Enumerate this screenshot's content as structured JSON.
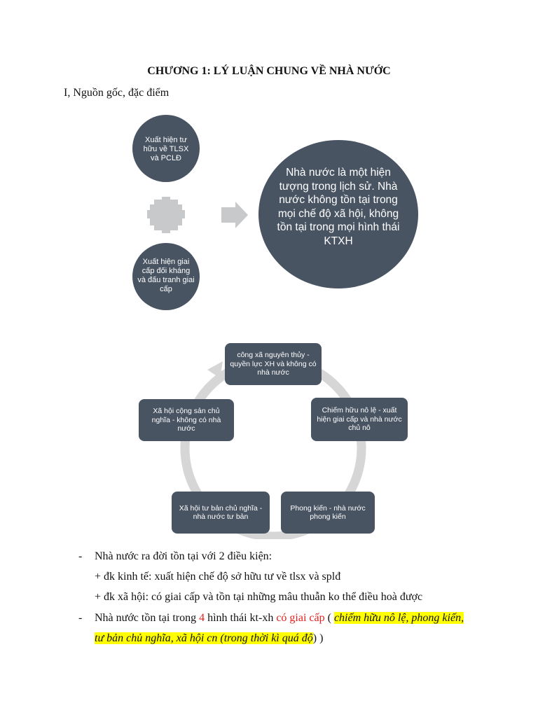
{
  "title": "CHƯƠNG 1: LÝ LUẬN CHUNG VỀ NHÀ NƯỚC",
  "section": "I, Nguồn gốc, đặc điểm",
  "diagram1": {
    "circle1": "Xuất hiện tư hữu về TLSX và PCLĐ",
    "circle2": "Xuất hiện giai cấp đối kháng và đấu tranh giai cấp",
    "result": "Nhà nước là một hiện tượng trong lịch sử. Nhà nước không tồn tại trong mọi chế độ xã hội, không tồn tại trong mọi hình thái KTXH"
  },
  "diagram2": {
    "box1": "công xã nguyên thủy - quyền lực XH và không có nhà nước",
    "box2": "Chiếm hữu nô lệ - xuất hiện giai cấp và nhà nước chủ nô",
    "box3": "Phong kiến - nhà nước phong kiến",
    "box4": "Xã hội tư bản chủ nghĩa - nhà nước tư bản",
    "box5": "Xã hội cộng sản chủ nghĩa - không có nhà nước"
  },
  "bullets": {
    "dash": "-",
    "b1": "Nhà nước ra đời tồn tại với 2 điều kiện:",
    "b1_sub1": "+ đk kinh tế: xuất hiện chế độ sở hữu tư về tlsx và splđ",
    "b1_sub2": "+ đk xã hội: có giai cấp và tồn tại những mâu thuẫn ko thể điều hoà được",
    "b2_a": "Nhà nước tồn tại trong ",
    "b2_num": "4",
    "b2_b": " hình thái kt-xh ",
    "b2_red": "có giai cấp",
    "b2_c": " ( ",
    "b2_hl1": "chiếm hữu nô lệ, phong kiến,",
    "b2_hl2": "tư bản chủ nghĩa, xã hội cn (trong thời kì quá độ",
    "b2_close": ") )"
  },
  "colors": {
    "node": "#495463",
    "plus": "#c7c9cb",
    "cycle": "#d6d6d6",
    "highlight": "#ffff00",
    "red": "#e0211d"
  }
}
